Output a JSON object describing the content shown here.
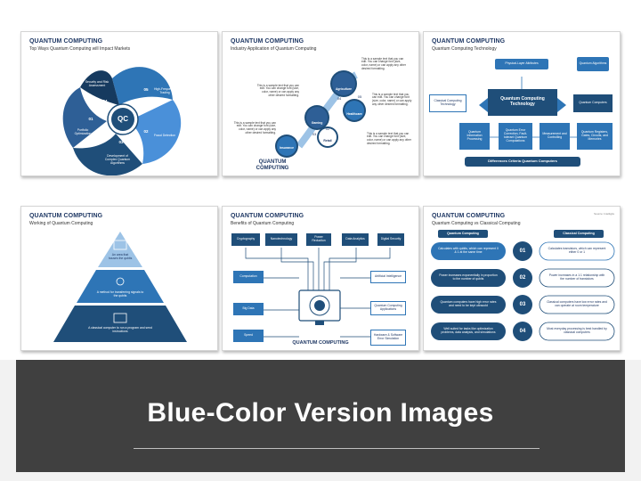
{
  "thumbs": [
    {
      "title": "QUANTUM COMPUTING",
      "subtitle": "Top Ways Quantum Computing will Impact Markets",
      "center": "QC",
      "segments": [
        {
          "num": "01",
          "label": "Portfolio Optimization"
        },
        {
          "num": "02",
          "label": "Fraud Detection"
        },
        {
          "num": "03",
          "label": "Development of Complex Quantum Algorithms"
        },
        {
          "num": "04",
          "label": "Security and Risk Assessment"
        },
        {
          "num": "05",
          "label": "High-Frequency Trading"
        }
      ]
    },
    {
      "title": "QUANTUM COMPUTING",
      "subtitle": "Industry Application of Quantum Computing",
      "footer": "QUANTUM COMPUTING",
      "bubbles": [
        {
          "num": "01",
          "label": "Insurance"
        },
        {
          "num": "02",
          "label": "Retail"
        },
        {
          "num": "03",
          "label": "Gaming"
        },
        {
          "num": "04",
          "label": "Healthcare"
        },
        {
          "num": "05",
          "label": "Agriculture"
        }
      ],
      "sample": "This is a sample text that you can edit. You can change font (size, color, name) or can apply any other desired formatting."
    },
    {
      "title": "QUANTUM COMPUTING",
      "subtitle": "Quantum Computing Technology",
      "top_left": "Physical-Layer Attributes",
      "top_right": "Quantum Algorithms",
      "left_side": "Classical Computing Technology",
      "center": "Quantum Computing Technology",
      "right_side": "Quantum Computers",
      "bottom": [
        "Quantum Information Processing",
        "Quantum Error Correction, Fault-tolerant Quantum Computations",
        "Measurement and Controlling",
        "Quantum Registers, Gates, Circuits, and Memories"
      ],
      "footer": "Differences Criteria Quantum Computers"
    },
    {
      "title": "QUANTUM COMPUTING",
      "subtitle": "Working of Quantum Computing",
      "tiers": [
        "An area that houses the qubits",
        "A method for transferring signals to the qubits",
        "A classical computer to run a program and send instructions"
      ]
    },
    {
      "title": "QUANTUM COMPUTING",
      "subtitle": "Benefits of Quantum Computing",
      "top": [
        "Cryptography",
        "Nanotechnology",
        "Power Reduction",
        "Data Analytics",
        "Digital Security"
      ],
      "left": [
        "Computation",
        "Big Data",
        "Speed"
      ],
      "right": [
        "Artificial Intelligence",
        "Quantum Computing Applications",
        "Hardware & Software Error Simulation"
      ],
      "footer": "QUANTUM COMPUTING"
    },
    {
      "title": "QUANTUM COMPUTING",
      "subtitle": "Quantum Computing vs Classical Computing",
      "source": "Source: Intelligits",
      "left_head": "Quantum Computing",
      "right_head": "Classical Computing",
      "rows": [
        {
          "num": "01",
          "left": "Calculates with qubits, which can represent 0 & 1 at the same time",
          "right": "Calculates transistors, which can represent either 0 or 1"
        },
        {
          "num": "02",
          "left": "Power increases exponentially in proportion to the number of qubits",
          "right": "Power increases in a 1:1 relationship with the number of transistors"
        },
        {
          "num": "03",
          "left": "Quantum computers have high error rates and need to be kept ultracold",
          "right": "Classical computers have low error rates and can operate at room temperature"
        },
        {
          "num": "04",
          "left": "Well suited for tasks like optimization problems, data analysis, and simulations",
          "right": "Most everyday processing is best handled by classical computers"
        }
      ]
    }
  ],
  "banner": {
    "text": "Blue-Color Version Images"
  },
  "colors": {
    "navy": "#1f3864",
    "dark": "#1f4e79",
    "mid": "#2e75b6",
    "light": "#9dc3e6",
    "banner": "#404040"
  }
}
